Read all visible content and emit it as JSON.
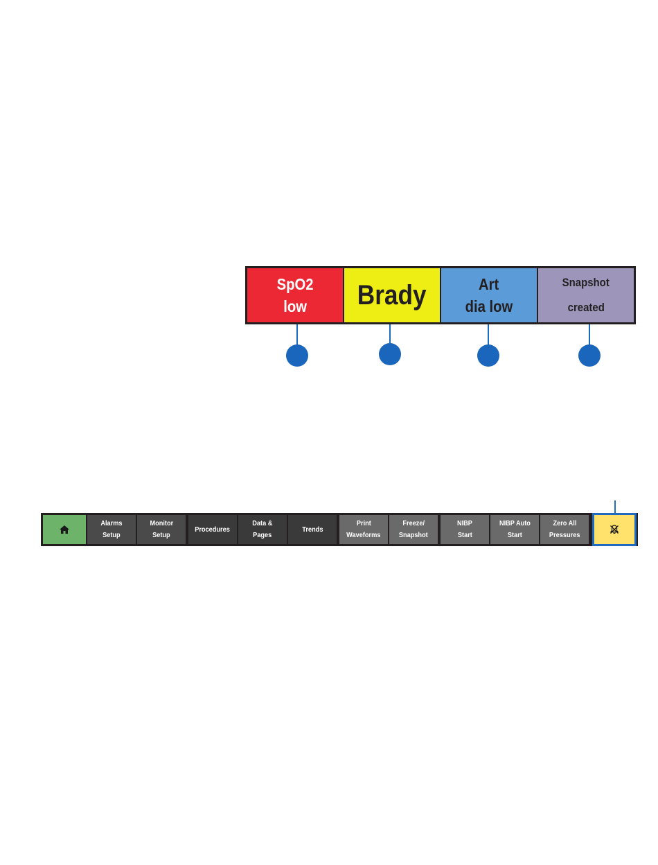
{
  "alarm_bar": {
    "alarms": [
      {
        "line1": "SpO2",
        "line2": "low",
        "color": "#ec2835"
      },
      {
        "line1": "Brady",
        "line2": "",
        "color": "#eeee15"
      },
      {
        "line1": "Art",
        "line2": "dia low",
        "color": "#5b9bd8"
      },
      {
        "line1": "Snapshot",
        "line2": "created",
        "color": "#9e96ba"
      }
    ]
  },
  "toolbar": {
    "home_icon": "home-icon",
    "buttons": [
      {
        "line1": "Alarms",
        "line2": "Setup"
      },
      {
        "line1": "Monitor",
        "line2": "Setup"
      },
      {
        "line1": "Procedures",
        "line2": ""
      },
      {
        "line1": "Data &",
        "line2": "Pages"
      },
      {
        "line1": "Trends",
        "line2": ""
      },
      {
        "line1": "Print",
        "line2": "Waveforms"
      },
      {
        "line1": "Freeze/",
        "line2": "Snapshot"
      },
      {
        "line1": "NIBP",
        "line2": "Start"
      },
      {
        "line1": "NIBP Auto",
        "line2": "Start"
      },
      {
        "line1": "Zero All",
        "line2": "Pressures"
      }
    ],
    "silence_icon": "alarm-silence-icon",
    "colors": {
      "home": "#6db36a",
      "silence": "#ffe26b",
      "callout": "#1b66bd"
    }
  }
}
